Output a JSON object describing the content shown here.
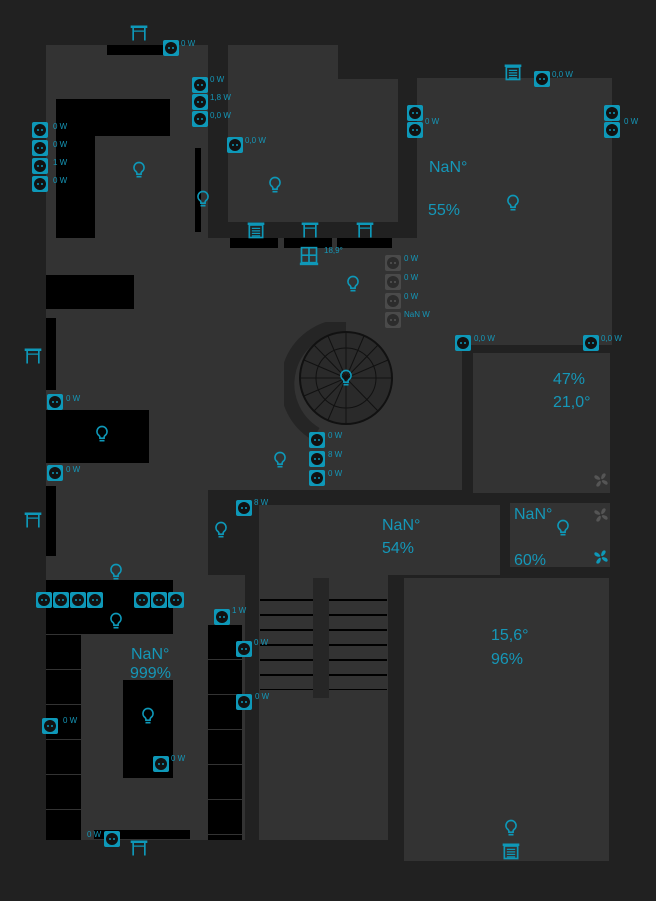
{
  "accent_color": "#0e98b8",
  "sockets": [
    "0 W",
    "0 W",
    "1,8 W",
    "0,0 W",
    "0 W",
    "0 W",
    "1 W",
    "0 W",
    "0,0 W",
    "0 W",
    "0,0 W",
    "0 W",
    "0 W",
    "0 W",
    "0 W",
    "NaN W",
    "0,0 W",
    "0,0 W",
    "0 W",
    "8 W",
    "0 W",
    "8 W",
    "0 W",
    "0 W",
    "1 W",
    "0 W",
    "0 W",
    "0 W",
    "0 W",
    "0 W"
  ],
  "window_temperature": "18,9°",
  "rooms": [
    {
      "temperature": "NaN°",
      "humidity": "55%"
    },
    {
      "humidity": "47%",
      "temperature": "21,0°"
    },
    {
      "temperature": "NaN°",
      "humidity": "54%"
    },
    {
      "temperature": "NaN°",
      "humidity": "60%"
    },
    {
      "temperature": "15,6°",
      "humidity": "96%"
    },
    {
      "temperature": "NaN°",
      "humidity": "999%"
    }
  ]
}
